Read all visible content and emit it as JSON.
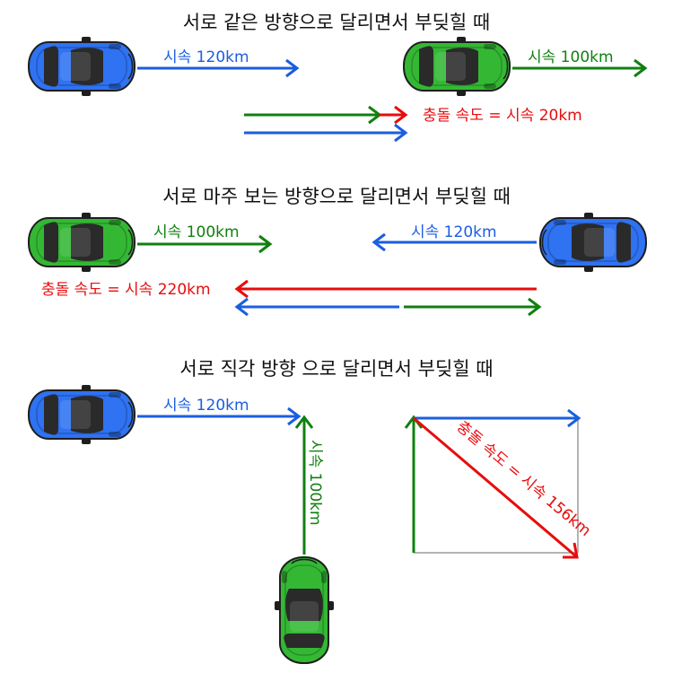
{
  "colors": {
    "blue": "#1a5ee0",
    "green": "#108010",
    "red": "#e80c0c",
    "gray": "#b4b4b4",
    "car_blue": "#2f72f2",
    "car_green": "#34b834"
  },
  "scenario1": {
    "title": "서로 같은 방향으로 달리면서 부딪힐 때",
    "blue_speed": "시속 120km",
    "green_speed": "시속 100km",
    "collision": "충돌 속도 = 시속 20km"
  },
  "scenario2": {
    "title": "서로 마주 보는 방향으로 달리면서 부딪힐 때",
    "green_speed": "시속 100km",
    "blue_speed": "시속 120km",
    "collision": "충돌 속도 = 시속 220km"
  },
  "scenario3": {
    "title": "서로 직각 방향 으로 달리면서 부딪힐 때",
    "blue_speed": "시속 120km",
    "green_speed": "시속 100km",
    "collision": "충돌 속도 = 시속 156km"
  }
}
